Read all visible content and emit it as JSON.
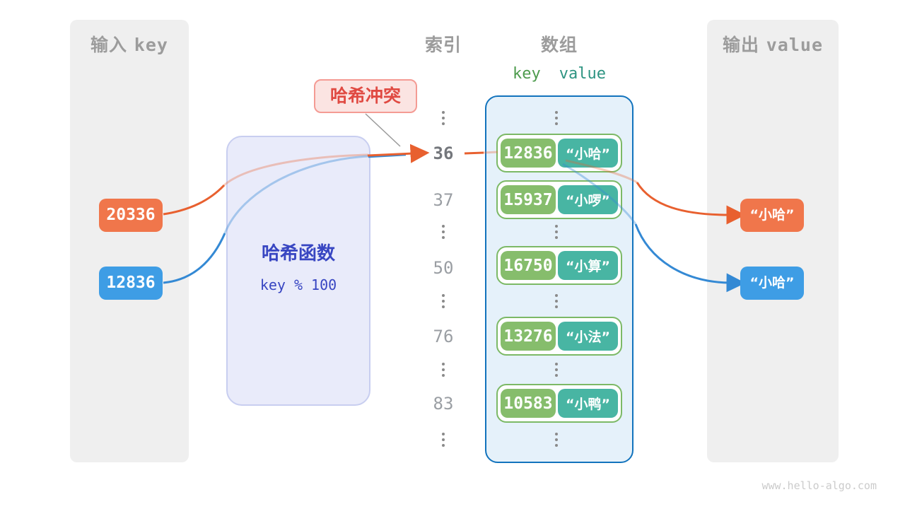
{
  "colors": {
    "orange": "#E8602F",
    "blue": "#3489D4",
    "gray_line": "#999999",
    "orange_box": "#F0764B",
    "blue_box": "#3E9DE5",
    "green_pill": "#86BD6C",
    "teal_pill": "#48B5A3",
    "entry_border": "#7CB966",
    "array_border": "#1273BD",
    "hash_text": "#3846C2",
    "badge_text": "#E04A42"
  },
  "input_panel": {
    "title_cjk": "输入",
    "title_latin": "key",
    "keys": [
      {
        "value": "20336"
      },
      {
        "value": "12836"
      }
    ]
  },
  "hash_function": {
    "name": "哈希函数",
    "formula": "key % 100"
  },
  "collision_badge": {
    "label": "哈希冲突"
  },
  "index_column": {
    "header": "索引",
    "rows": [
      "36",
      "37",
      "50",
      "76",
      "83"
    ],
    "highlighted_row": "36"
  },
  "array": {
    "header": "数组",
    "key_header": "key",
    "value_header": "value",
    "entries": [
      {
        "key": "12836",
        "value": "“小哈”"
      },
      {
        "key": "15937",
        "value": "“小啰”"
      },
      {
        "key": "16750",
        "value": "“小算”"
      },
      {
        "key": "13276",
        "value": "“小法”"
      },
      {
        "key": "10583",
        "value": "“小鸭”"
      }
    ]
  },
  "output_panel": {
    "title_cjk": "输出",
    "title_latin": "value",
    "values": [
      {
        "value": "“小哈”"
      },
      {
        "value": "“小哈”"
      }
    ]
  },
  "footer": {
    "site": "www.hello-algo.com"
  }
}
